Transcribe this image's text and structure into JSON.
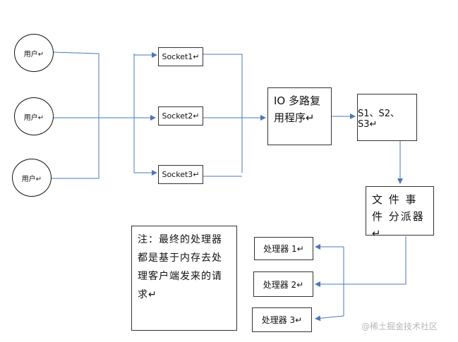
{
  "users": [
    "用户↵",
    "用户↵",
    "用户↵"
  ],
  "sockets": [
    "Socket1↵",
    "Socket2↵",
    "Socket3↵"
  ],
  "io_box": "IO 多路复用程序↵",
  "s_box": "S1、S2、S3↵",
  "dispatcher": "文 件 事 件 分派器↵",
  "processors": [
    "处理器 1↵",
    "处理器 2↵",
    "处理器 3↵"
  ],
  "note": "注：最终的处理器都是基于内存去处理客户端发来的请求↵",
  "watermark": "@稀土掘金技术社区"
}
